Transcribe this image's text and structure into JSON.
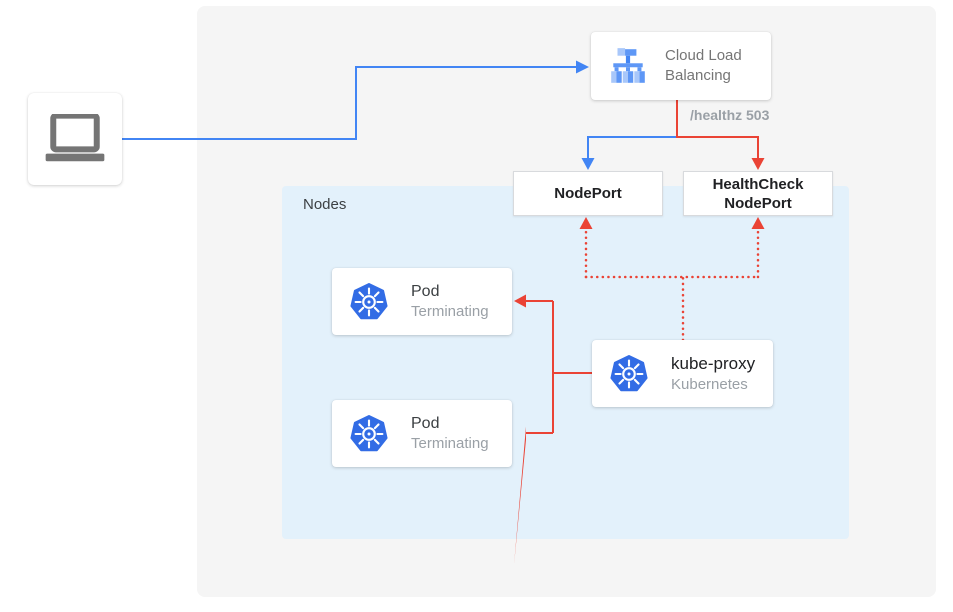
{
  "colors": {
    "accent_blue": "#4285F4",
    "accent_red": "#EA4335",
    "kubernetes_blue": "#326CE5",
    "panel_bg": "#F5F5F5",
    "nodes_bg": "#E3F1FB",
    "muted_text": "#9AA0A6",
    "dark_text": "#202124"
  },
  "diagram": {
    "client": {
      "icon": "laptop-icon"
    },
    "cloud_load_balancing": {
      "label": "Cloud Load Balancing",
      "icon": "load-balancer-icon"
    },
    "healthz_label": "/healthz 503",
    "nodeport": {
      "label": "NodePort"
    },
    "healthcheck_nodeport": {
      "label": "HealthCheck NodePort"
    },
    "nodes_group": {
      "label": "Nodes"
    },
    "kube_proxy": {
      "title": "kube-proxy",
      "subtitle": "Kubernetes",
      "icon": "kubernetes-icon"
    },
    "pods": [
      {
        "title": "Pod",
        "status": "Terminating",
        "icon": "kubernetes-icon"
      },
      {
        "title": "Pod",
        "status": "Terminating",
        "icon": "kubernetes-icon"
      }
    ]
  }
}
